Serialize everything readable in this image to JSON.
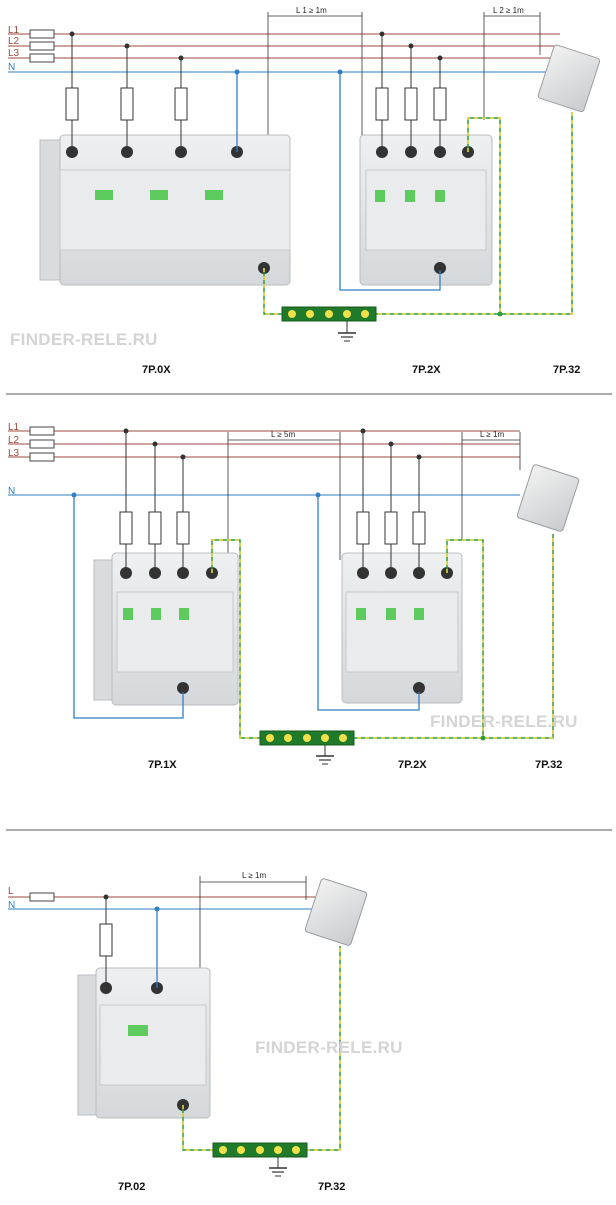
{
  "watermark": "FINDER-RELE.RU",
  "colors": {
    "phase": "#9b4a3c",
    "neutral": "#2f7fc8",
    "pe_green": "#2e9e3a",
    "pe_yellow": "#ecd63b",
    "module_body": "#e6e7e8",
    "module_edge": "#b9bcbf"
  },
  "diagram1": {
    "lines": [
      "L1",
      "L2",
      "L3",
      "N"
    ],
    "dim_a": "L 1 ≥ 1m",
    "dim_b": "L 2 ≥ 1m",
    "models": [
      "7P.0X",
      "7P.2X",
      "7P.32"
    ]
  },
  "diagram2": {
    "lines": [
      "L1",
      "L2",
      "L3",
      "N"
    ],
    "dim_a": "L ≥ 5m",
    "dim_b": "L ≥ 1m",
    "models": [
      "7P.1X",
      "7P.2X",
      "7P.32"
    ]
  },
  "diagram3": {
    "lines": [
      "L",
      "N"
    ],
    "dim_a": "L ≥ 1m",
    "models": [
      "7P.02",
      "7P.32"
    ]
  }
}
